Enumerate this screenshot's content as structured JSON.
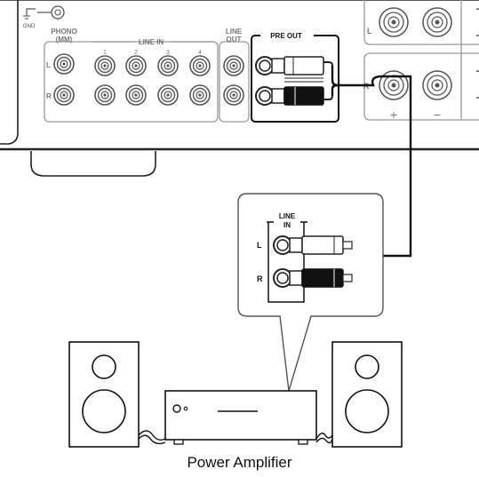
{
  "receiver": {
    "gnd_label": "GND",
    "phono_label": "PHONO\n(MM)",
    "line_in_label": "LINE IN",
    "line_in_numbers": [
      "1",
      "2",
      "3",
      "4"
    ],
    "line_out_label": "LINE\nOUT",
    "pre_out_label": "PRE OUT",
    "channel_left": "L",
    "channel_right": "R",
    "speaker_plus": "+",
    "speaker_minus": "−"
  },
  "amplifier_panel": {
    "line_in_label": "LINE\nIN",
    "channel_left": "L",
    "channel_right": "R"
  },
  "caption": "Power Amplifier"
}
